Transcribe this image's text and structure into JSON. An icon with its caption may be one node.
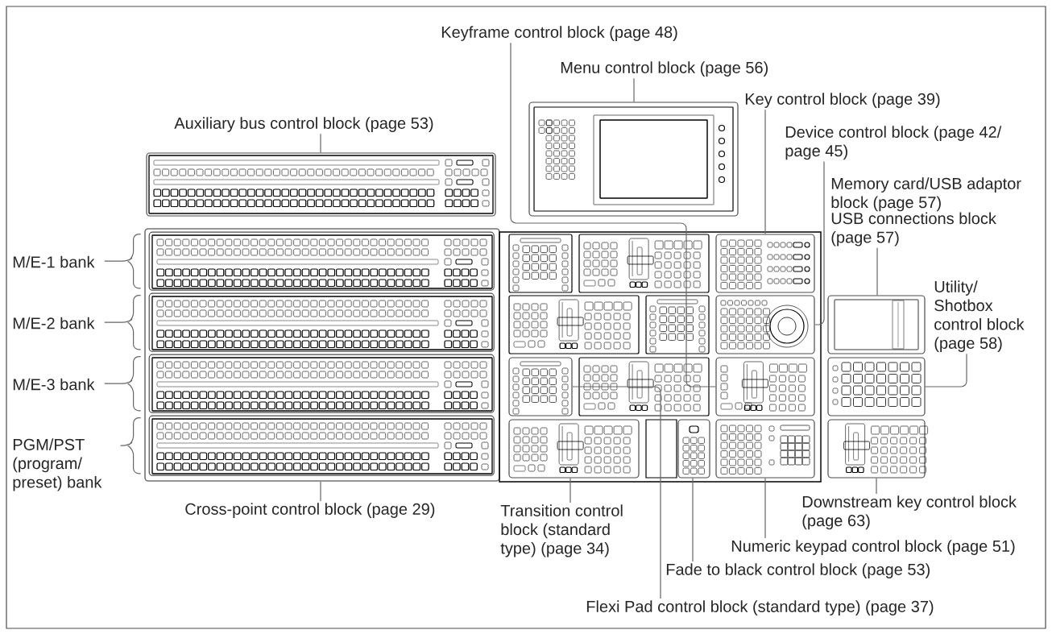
{
  "diagram": {
    "nodes": [
      {
        "text": [
          "Keyframe control block (page 48)"
        ]
      },
      {
        "text": [
          "Menu control block (page 56)"
        ]
      },
      {
        "text": [
          "Key control block (page 39)"
        ]
      },
      {
        "text": [
          "Device control block (page 42/ page 45)"
        ]
      },
      {
        "text": [
          "Auxiliary bus control block (page 53)"
        ]
      },
      {
        "text": [
          "Memory card/USB adaptor block (page 57)",
          "USB connections block (page 57)"
        ]
      },
      {
        "text": [
          "M/E-1 bank"
        ]
      },
      {
        "text": [
          "M/E-2 bank"
        ]
      },
      {
        "text": [
          "M/E-3 bank"
        ]
      },
      {
        "text": [
          "PGM/PST (program/ preset) bank"
        ]
      },
      {
        "text": [
          "Cross-point control block (page 29)"
        ]
      },
      {
        "text": [
          "Transition control block (standard type) (page 34)"
        ]
      },
      {
        "text": [
          "Downstream key control block (page 63)"
        ]
      },
      {
        "text": [
          "Numeric keypad control block (page 51)"
        ]
      },
      {
        "text": [
          "Fade to black control block (page 53)"
        ]
      },
      {
        "text": [
          "Flexi Pad control block (standard type) (page 37)"
        ]
      },
      {
        "text": [
          "Utility/ Shotbox control block (page 58)"
        ]
      },
      {
        "text": [],
        "shape": "box"
      },
      {
        "text": [],
        "shape": "box"
      },
      {
        "text": [],
        "shape": "box"
      },
      {
        "text": [],
        "shape": "box",
        "in": 19
      },
      {
        "text": [],
        "shape": "box",
        "in": 19
      },
      {
        "text": [],
        "shape": "box",
        "in": 19
      },
      {
        "text": [],
        "shape": "box",
        "in": 19
      },
      {
        "text": [],
        "shape": "box"
      },
      {
        "text": [],
        "shape": "box"
      },
      {
        "text": [],
        "shape": "box"
      },
      {
        "text": [],
        "shape": "box"
      },
      {
        "text": [],
        "shape": "box"
      },
      {
        "text": [],
        "shape": "box"
      },
      {
        "text": [],
        "shape": "box"
      },
      {
        "text": [],
        "shape": "box"
      },
      {
        "text": [],
        "shape": "box"
      },
      {
        "text": [],
        "shape": "box"
      }
    ],
    "edges": [
      {
        "from": 0,
        "to": 26,
        "arrow": "none"
      },
      {
        "from": 1,
        "to": 17,
        "arrow": "none"
      },
      {
        "from": 2,
        "to": 24,
        "arrow": "none"
      },
      {
        "from": 3,
        "to": 25,
        "arrow": "none"
      },
      {
        "from": 5,
        "to": 31,
        "arrow": "none"
      },
      {
        "from": 16,
        "to": 32,
        "arrow": "none"
      },
      {
        "from": 4,
        "to": 18,
        "arrow": "none"
      },
      {
        "from": 6,
        "to": 20,
        "arrow": "none"
      },
      {
        "from": 7,
        "to": 21,
        "arrow": "none"
      },
      {
        "from": 8,
        "to": 22,
        "arrow": "none"
      },
      {
        "from": 9,
        "to": 23,
        "arrow": "none"
      },
      {
        "from": 10,
        "to": 19,
        "arrow": "none"
      },
      {
        "from": 11,
        "to": 28,
        "arrow": "none"
      },
      {
        "from": 15,
        "to": 27,
        "arrow": "none"
      },
      {
        "from": 14,
        "to": 29,
        "arrow": "none"
      },
      {
        "from": 13,
        "to": 30,
        "arrow": "none"
      },
      {
        "from": 12,
        "to": 33,
        "arrow": "none"
      }
    ]
  }
}
